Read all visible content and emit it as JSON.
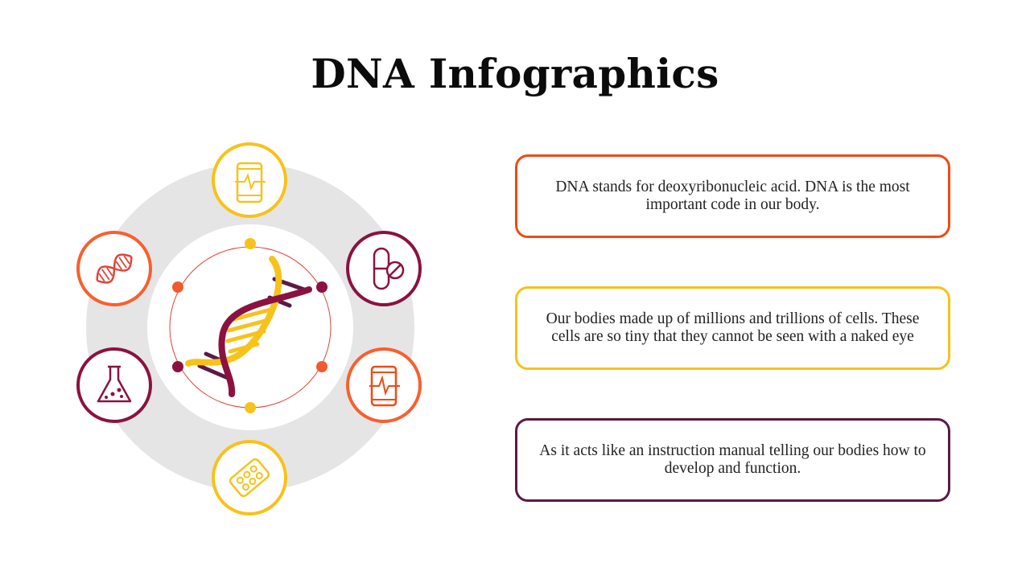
{
  "title": "DNA Infographics",
  "colors": {
    "orange_red": "#f04a14",
    "orange": "#f7602f",
    "yellow": "#f7c21a",
    "maroon": "#8b1240",
    "plum": "#5b1a46",
    "ring_gray": "#e5e5e5"
  },
  "diagram": {
    "icons": [
      {
        "name": "mobile-heartbeat-icon",
        "color": "yellow"
      },
      {
        "name": "pill-capsule-icon",
        "color": "maroon"
      },
      {
        "name": "mobile-ecg-icon",
        "color": "orange"
      },
      {
        "name": "pill-blister-icon",
        "color": "yellow"
      },
      {
        "name": "lab-flask-icon",
        "color": "maroon"
      },
      {
        "name": "dna-strand-icon",
        "color": "orange"
      }
    ],
    "center_icon": "dna-helix-icon"
  },
  "cards": [
    {
      "text": "DNA stands for deoxyribonucleic acid. DNA is the most important code in our body.",
      "color": "orange_red"
    },
    {
      "text": "Our bodies made up of millions and trillions of cells. These cells are so tiny that they cannot be seen with a naked eye",
      "color": "yellow"
    },
    {
      "text": "As it acts like an instruction manual telling our bodies how to develop and function.",
      "color": "plum"
    }
  ]
}
